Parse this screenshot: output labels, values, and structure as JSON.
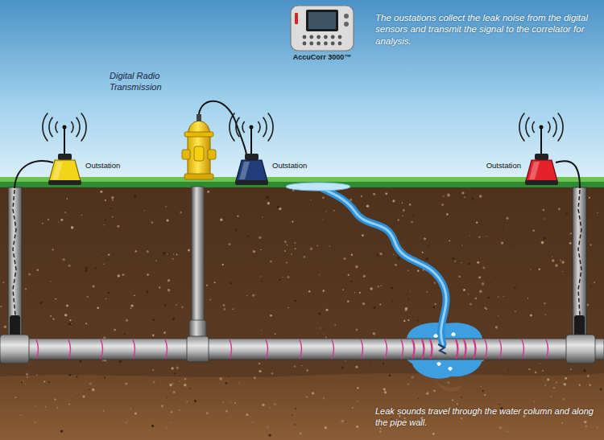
{
  "diagram": {
    "nodes": [
      {
        "text": [
          "AccuCorr 3000™"
        ]
      },
      {
        "text": [
          "Outstation"
        ]
      },
      {
        "text": [
          "Outstation"
        ]
      },
      {
        "text": [
          "Outstation"
        ]
      }
    ],
    "labels": [
      "The oustations collect the leak noise from the digital sensors and transmit the signal to the correlator for analysis.",
      "Digital Radio Transmission",
      "Leak sounds travel through the water column and along the pipe wall."
    ]
  }
}
